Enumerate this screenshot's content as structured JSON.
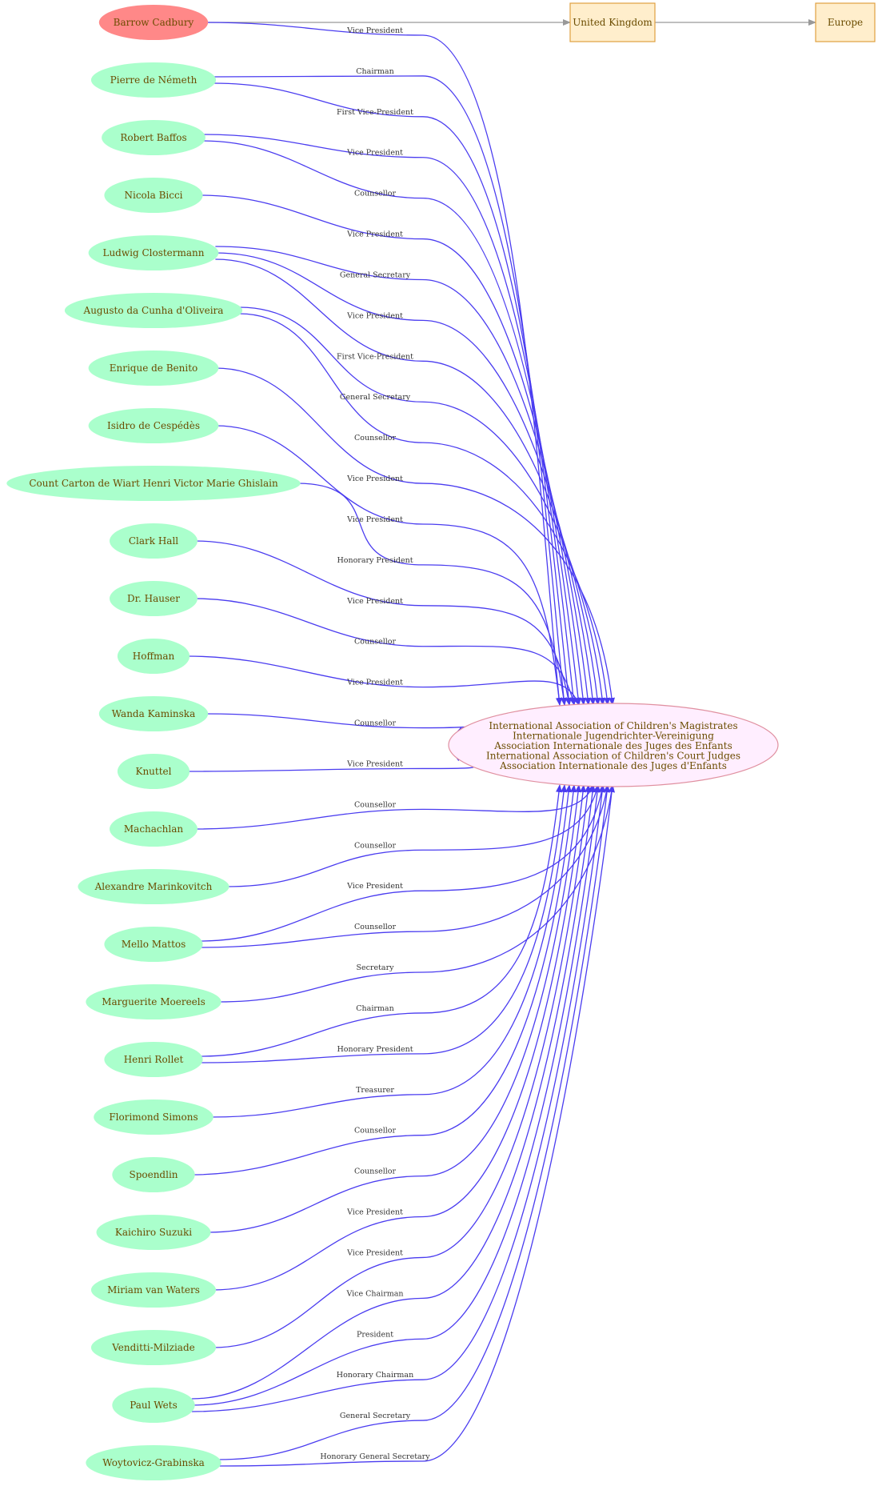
{
  "organization": {
    "lines": [
      "International Association of Children's Magistrates",
      "Internationale Jugendrichter-Vereinigung",
      "Association Internationale des Juges des Enfants",
      "International Association of Children's Court Judges",
      "Association Internationale des Juges d'Enfants"
    ],
    "fill": "#ffeeff",
    "stroke": "#e090a0"
  },
  "locations": [
    {
      "label": "United Kingdom"
    },
    {
      "label": "Europe"
    }
  ],
  "colors": {
    "person_fill": "#aaffcc",
    "highlight_fill": "#ff8888",
    "location_fill": "#ffeecc",
    "location_stroke": "#e0a040",
    "edge": "#4a3cf0",
    "geo_edge": "#999999"
  },
  "people": [
    {
      "name": "Barrow Cadbury",
      "highlight": true,
      "roles": [
        "Vice President"
      ]
    },
    {
      "name": "Pierre  de Németh",
      "roles": [
        "Chairman",
        "First Vice-President"
      ]
    },
    {
      "name": "Robert Baffos",
      "roles": [
        "Vice President",
        "Counsellor"
      ]
    },
    {
      "name": "Nicola Bicci",
      "roles": [
        "Vice President"
      ]
    },
    {
      "name": "Ludwig Clostermann",
      "roles": [
        "General Secretary",
        "Vice President",
        "First Vice-President"
      ]
    },
    {
      "name": "Augusto da Cunha d'Oliveira",
      "roles": [
        "General Secretary",
        "Counsellor"
      ]
    },
    {
      "name": "Enrique  de Benito",
      "roles": [
        "Vice President"
      ]
    },
    {
      "name": "Isidro de Cespédès",
      "roles": [
        "Vice President"
      ]
    },
    {
      "name": "Count Carton de Wiart Henri Victor Marie Ghislain",
      "roles": [
        "Honorary President"
      ]
    },
    {
      "name": "Clark Hall",
      "roles": [
        "Vice President"
      ]
    },
    {
      "name": "Dr. Hauser",
      "roles": [
        "Counsellor"
      ]
    },
    {
      "name": "Hoffman",
      "roles": [
        "Vice President"
      ]
    },
    {
      "name": "Wanda Kaminska",
      "roles": [
        "Counsellor"
      ]
    },
    {
      "name": "Knuttel",
      "roles": [
        "Vice President"
      ]
    },
    {
      "name": "Machachlan",
      "roles": [
        "Counsellor"
      ]
    },
    {
      "name": "Alexandre Marinkovitch",
      "roles": [
        "Counsellor"
      ]
    },
    {
      "name": "Mello Mattos",
      "roles": [
        "Vice President",
        "Counsellor"
      ]
    },
    {
      "name": "Marguerite Moereels",
      "roles": [
        "Secretary"
      ]
    },
    {
      "name": "Henri Rollet",
      "roles": [
        "Chairman",
        "Honorary President"
      ]
    },
    {
      "name": "Florimond Simons",
      "roles": [
        "Treasurer"
      ]
    },
    {
      "name": "Spoendlin",
      "roles": [
        "Counsellor"
      ]
    },
    {
      "name": "Kaichiro Suzuki",
      "roles": [
        "Counsellor"
      ]
    },
    {
      "name": "Miriam van Waters",
      "roles": [
        "Vice President"
      ]
    },
    {
      "name": "Venditti-Milziade",
      "roles": [
        "Vice President"
      ]
    },
    {
      "name": "Paul Wets",
      "roles": [
        "Vice Chairman",
        "President",
        "Honorary Chairman"
      ]
    },
    {
      "name": "Woytovicz-Grabinska",
      "roles": [
        "General Secretary",
        "Honorary General Secretary"
      ]
    }
  ]
}
